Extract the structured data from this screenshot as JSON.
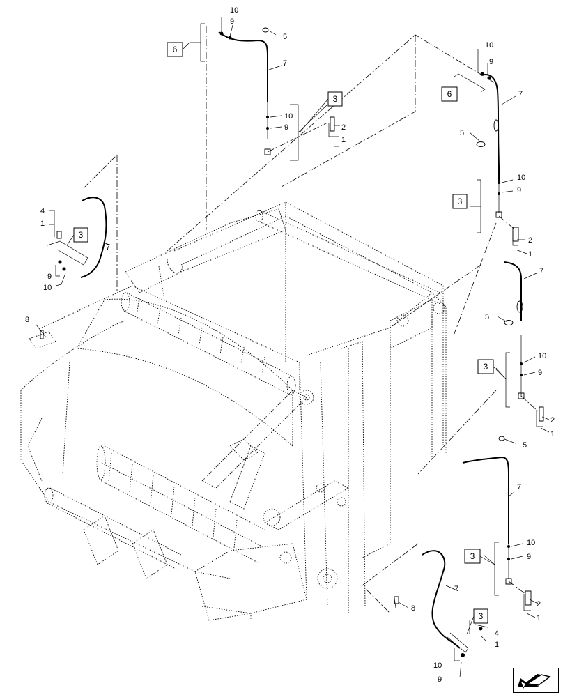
{
  "callouts": [
    {
      "id": "c-top-10",
      "text": "10"
    },
    {
      "id": "c-top-9",
      "text": "9"
    },
    {
      "id": "c-top-5",
      "text": "5"
    },
    {
      "id": "c-top-7",
      "text": "7"
    },
    {
      "id": "c-top-10b",
      "text": "10"
    },
    {
      "id": "c-top-9b",
      "text": "9"
    },
    {
      "id": "c-top-2",
      "text": "2"
    },
    {
      "id": "c-top-1",
      "text": "1"
    },
    {
      "id": "c-tr-10",
      "text": "10"
    },
    {
      "id": "c-tr-9",
      "text": "9"
    },
    {
      "id": "c-tr-7",
      "text": "7"
    },
    {
      "id": "c-tr-5",
      "text": "5"
    },
    {
      "id": "c-tr-10b",
      "text": "10"
    },
    {
      "id": "c-tr-9b",
      "text": "9"
    },
    {
      "id": "c-tr-2",
      "text": "2"
    },
    {
      "id": "c-tr-1",
      "text": "1"
    },
    {
      "id": "c-r-7",
      "text": "7"
    },
    {
      "id": "c-r-5",
      "text": "5"
    },
    {
      "id": "c-r-10",
      "text": "10"
    },
    {
      "id": "c-r-9",
      "text": "9"
    },
    {
      "id": "c-r-2",
      "text": "2"
    },
    {
      "id": "c-r-1",
      "text": "1"
    },
    {
      "id": "c-br-5",
      "text": "5"
    },
    {
      "id": "c-br-7",
      "text": "7"
    },
    {
      "id": "c-br-10",
      "text": "10"
    },
    {
      "id": "c-br-9",
      "text": "9"
    },
    {
      "id": "c-br-2",
      "text": "2"
    },
    {
      "id": "c-br-1",
      "text": "1"
    },
    {
      "id": "c-b-7",
      "text": "7"
    },
    {
      "id": "c-b-8",
      "text": "8"
    },
    {
      "id": "c-b-4",
      "text": "4"
    },
    {
      "id": "c-b-1",
      "text": "1"
    },
    {
      "id": "c-b-10",
      "text": "10"
    },
    {
      "id": "c-b-9",
      "text": "9"
    },
    {
      "id": "c-l-4",
      "text": "4"
    },
    {
      "id": "c-l-1",
      "text": "1"
    },
    {
      "id": "c-l-7",
      "text": "7"
    },
    {
      "id": "c-l-9",
      "text": "9"
    },
    {
      "id": "c-l-10",
      "text": "10"
    },
    {
      "id": "c-l-8",
      "text": "8"
    }
  ],
  "boxes": [
    {
      "id": "b-top-6",
      "text": "6"
    },
    {
      "id": "b-top-3",
      "text": "3"
    },
    {
      "id": "b-tr-6",
      "text": "6"
    },
    {
      "id": "b-tr-3",
      "text": "3"
    },
    {
      "id": "b-r-3",
      "text": "3"
    },
    {
      "id": "b-br-3",
      "text": "3"
    },
    {
      "id": "b-b-3",
      "text": "3"
    },
    {
      "id": "b-l-3",
      "text": "3"
    }
  ],
  "nav": {
    "icon": "arrow-icon"
  }
}
